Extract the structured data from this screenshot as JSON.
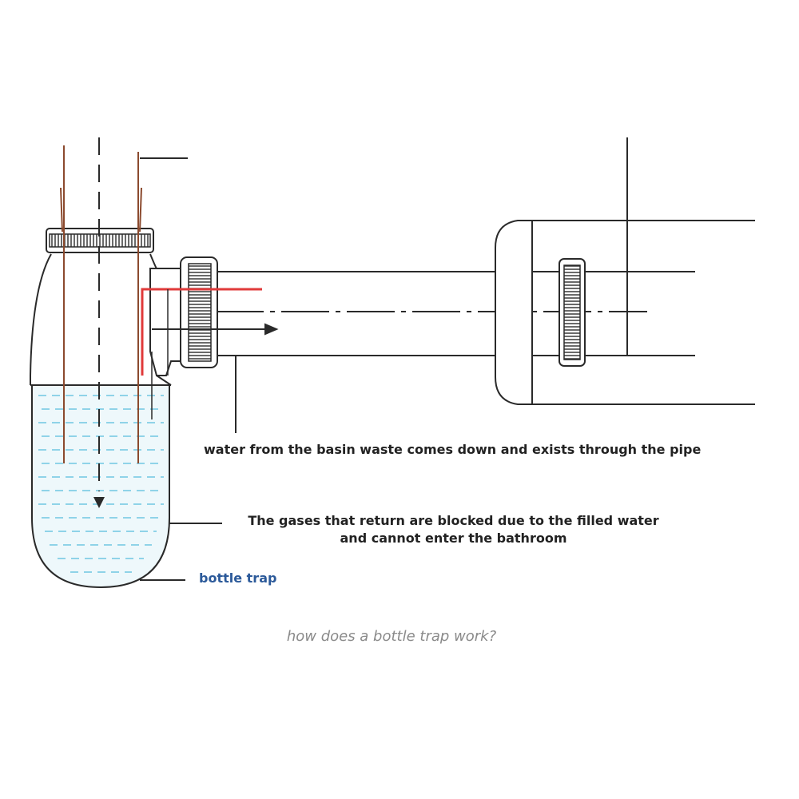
{
  "labels": {
    "flow": "water from the basin waste comes down and exists through the pipe",
    "gas_line1": "The gases that return are blocked due to the filled water",
    "gas_line2": "and cannot enter the bathroom",
    "trap": "bottle trap",
    "caption": "how does a bottle trap work?"
  },
  "colors": {
    "outline": "#2a2a2a",
    "water_fill": "#eef8fb",
    "water_dash": "#8fd3e8",
    "tube": "#8b4a2e",
    "gas_path": "#e03a3a",
    "trap_label": "#2c5a9a",
    "caption": "#8a8a8a"
  }
}
